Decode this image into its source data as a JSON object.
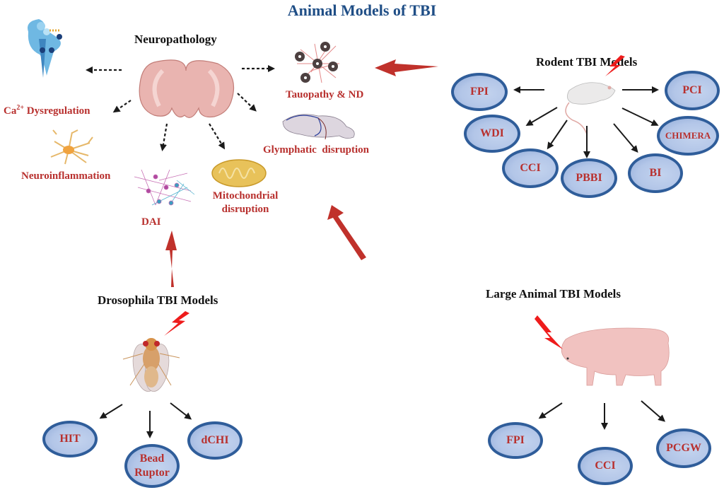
{
  "title": "Animal Models of TBI",
  "colors": {
    "title": "#1f4e86",
    "label": "#b8302e",
    "oval_border": "#2f5d9a",
    "oval_fill": "#b3c6e8",
    "big_arrow": "#c0312b",
    "lightning": "#ee1c1c"
  },
  "neuropathology": {
    "heading": "Neuropathology",
    "items": {
      "calcium": {
        "prefix": "Ca",
        "sup": "2+",
        "suffix": " Dysregulation"
      },
      "tauopathy": "Tauopathy & ND",
      "glymphatic": "Glymphatic  disruption",
      "neuroinflammation": "Neuroinflammation",
      "dai": "DAI",
      "mitochondrial_line1": "Mitochondrial",
      "mitochondrial_line2": "disruption"
    }
  },
  "rodent": {
    "heading": "Rodent TBI Models",
    "models": [
      "FPI",
      "WDI",
      "CCI",
      "PBBI",
      "BI",
      "CHIMERA",
      "PCI"
    ]
  },
  "drosophila": {
    "heading": "Drosophila TBI Models",
    "models": [
      "HIT",
      "Bead Ruptor",
      "dCHI"
    ]
  },
  "large_animal": {
    "heading": "Large Animal TBI Models",
    "models": [
      "FPI",
      "CCI",
      "PCGW"
    ]
  }
}
